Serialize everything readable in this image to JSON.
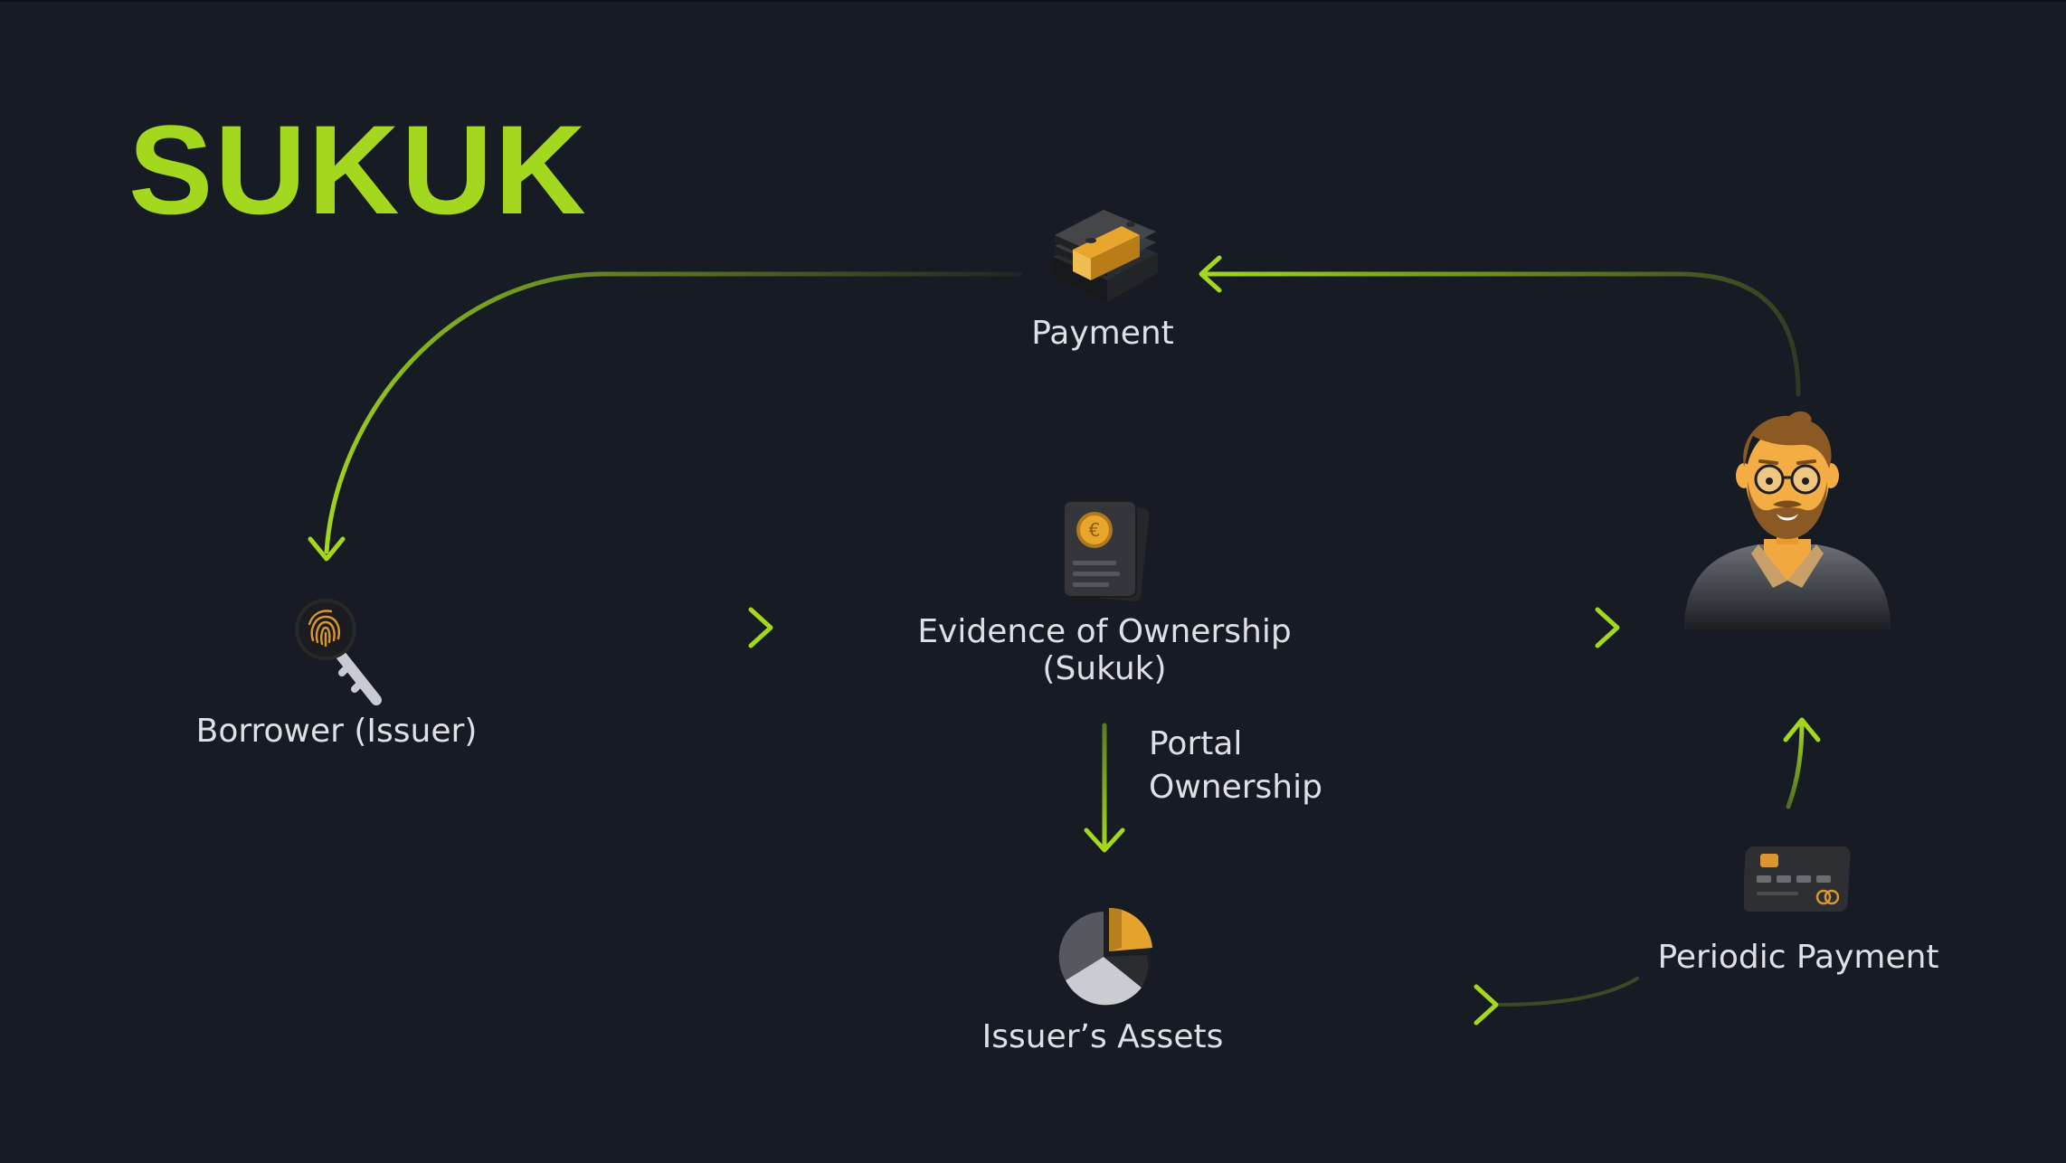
{
  "title": "SUKUK",
  "nodes": {
    "payment": "Payment",
    "borrower": "Borrower (Issuer)",
    "evidence_line1": "Evidence of Ownership",
    "evidence_line2": "(Sukuk)",
    "portal_line1": "Portal",
    "portal_line2": "Ownership",
    "assets": "Issuer’s Assets",
    "periodic": "Periodic Payment"
  },
  "icons": {
    "payment": "cash-stack-icon",
    "borrower": "fingerprint-key-icon",
    "evidence": "document-coin-icon",
    "assets": "pie-chart-icon",
    "periodic": "credit-card-icon",
    "investor": "investor-avatar-icon"
  },
  "colors": {
    "background": "#171c24",
    "accent": "#a3d81f",
    "text": "#dde1e6",
    "gold": "#e3a32d"
  }
}
